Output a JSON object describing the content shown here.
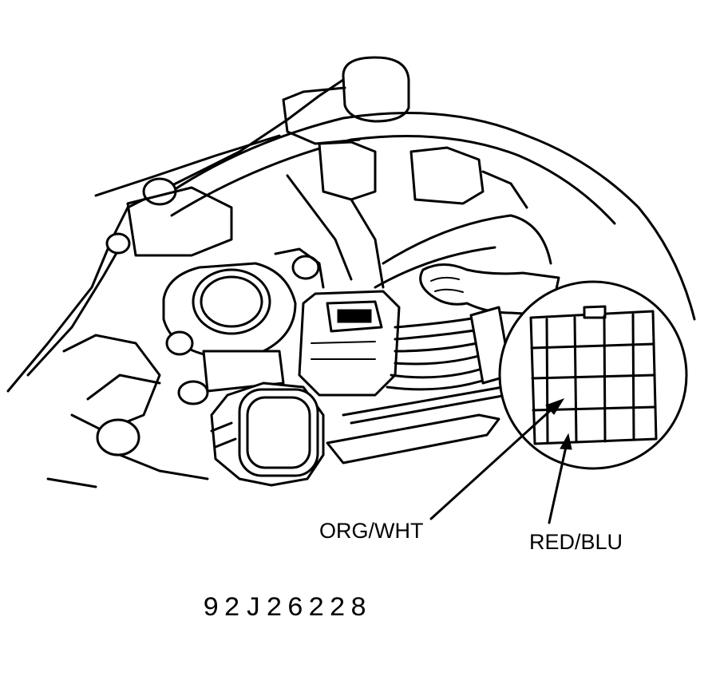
{
  "labels": {
    "org_wht": "ORG/WHT",
    "red_blu": "RED/BLU"
  },
  "figure_id": "92J26228",
  "colors": {
    "ink": "#000000",
    "paper": "#ffffff"
  }
}
